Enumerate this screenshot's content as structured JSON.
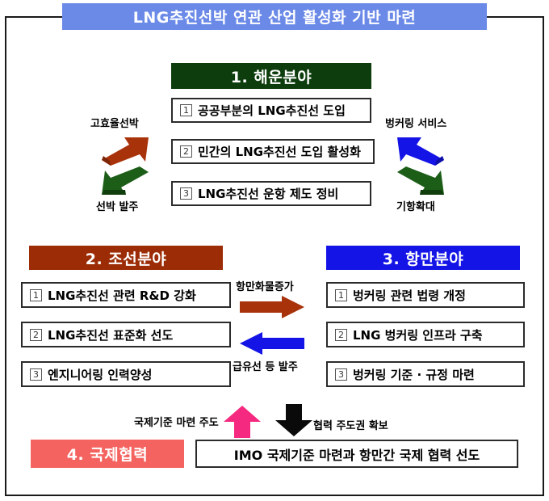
{
  "title": "LNG추진선박 연관 산업 활성화 기반 마련",
  "sections": [
    {
      "id": "shipping",
      "header": "1. 해운분야",
      "header_color": "#0d3d0d",
      "items": [
        {
          "num": "1",
          "text": "공공부분의 LNG추진선 도입"
        },
        {
          "num": "2",
          "text": "민간의 LNG추진선 도입 활성화"
        },
        {
          "num": "3",
          "text": "LNG추진선 운항 제도 정비"
        }
      ]
    },
    {
      "id": "shipbuilding",
      "header": "2. 조선분야",
      "header_color": "#9c2c05",
      "items": [
        {
          "num": "1",
          "text": "LNG추진선 관련 R&D 강화"
        },
        {
          "num": "2",
          "text": "LNG추진선 표준화 선도"
        },
        {
          "num": "3",
          "text": "엔지니어링 인력양성"
        }
      ]
    },
    {
      "id": "port",
      "header": "3. 항만분야",
      "header_color": "#1414e6",
      "items": [
        {
          "num": "1",
          "text": "벙커링 관련 법령 개정"
        },
        {
          "num": "2",
          "text": "LNG 벙커링 인프라 구축"
        },
        {
          "num": "3",
          "text": "벙커링 기준 · 규정 마련"
        }
      ]
    },
    {
      "id": "intl",
      "header": "4. 국제협력",
      "header_color": "#f4635f",
      "items": [
        {
          "num": "",
          "text": "IMO 국제기준 마련과 항만간 국제 협력 선도"
        }
      ]
    }
  ],
  "flows": [
    {
      "id": "high-efficiency-ship",
      "label": "고효율선박",
      "color": "#a8320a",
      "direction": "up-right"
    },
    {
      "id": "ship-order",
      "label": "선박 발주",
      "color": "#1c5e18",
      "direction": "down-left"
    },
    {
      "id": "bunkering-service",
      "label": "벙커링 서비스",
      "color": "#1414e6",
      "direction": "up-left"
    },
    {
      "id": "port-call-expansion",
      "label": "기항확대",
      "color": "#1c5e18",
      "direction": "down-right"
    },
    {
      "id": "cargo-increase",
      "label": "항만화물증가",
      "color": "#a8320a",
      "direction": "right"
    },
    {
      "id": "bunker-vessel-order",
      "label": "급유선 등 발주",
      "color": "#1414e6",
      "direction": "left"
    },
    {
      "id": "intl-standard-lead",
      "label": "국제기준 마련 주도",
      "color": "#f5297f",
      "direction": "up"
    },
    {
      "id": "coop-initiative",
      "label": "협력 주도권 확보",
      "color": "#0a0a0a",
      "direction": "down"
    }
  ]
}
